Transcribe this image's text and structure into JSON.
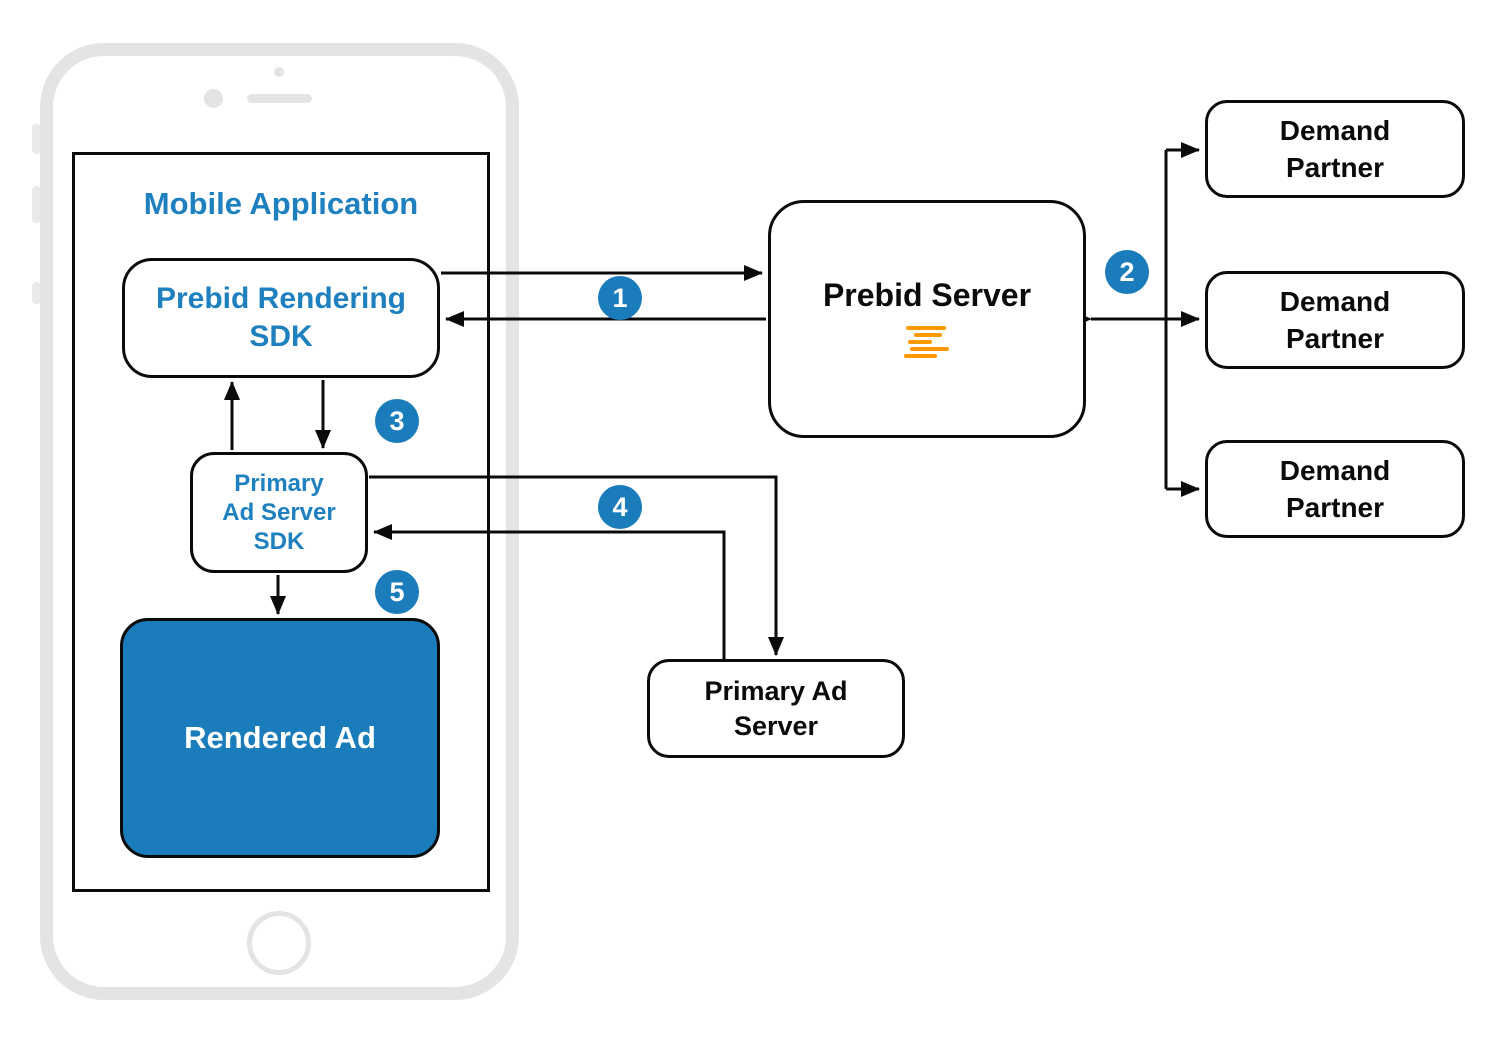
{
  "mobile_app": {
    "title": "Mobile Application"
  },
  "nodes": {
    "prebid_rendering_sdk": {
      "label": "Prebid Rendering\nSDK"
    },
    "primary_ad_server_sdk": {
      "label": "Primary\nAd Server\nSDK"
    },
    "rendered_ad": {
      "label": "Rendered Ad"
    },
    "prebid_server": {
      "label": "Prebid Server",
      "icon": "prebid-lines-logo"
    },
    "primary_ad_server": {
      "label": "Primary Ad\nServer"
    },
    "demand_partners": [
      {
        "label": "Demand\nPartner"
      },
      {
        "label": "Demand\nPartner"
      },
      {
        "label": "Demand\nPartner"
      }
    ]
  },
  "step_badges": [
    {
      "label": "1"
    },
    {
      "label": "2"
    },
    {
      "label": "3"
    },
    {
      "label": "4"
    },
    {
      "label": "5"
    }
  ],
  "colors": {
    "accent_blue": "#1a7cba",
    "text_blue": "#1f80c0",
    "logo_orange": "#ff9900",
    "phone_gray": "#e2e4e6",
    "line_black": "#0b0b0b",
    "node_border": "#0b0b0b"
  }
}
